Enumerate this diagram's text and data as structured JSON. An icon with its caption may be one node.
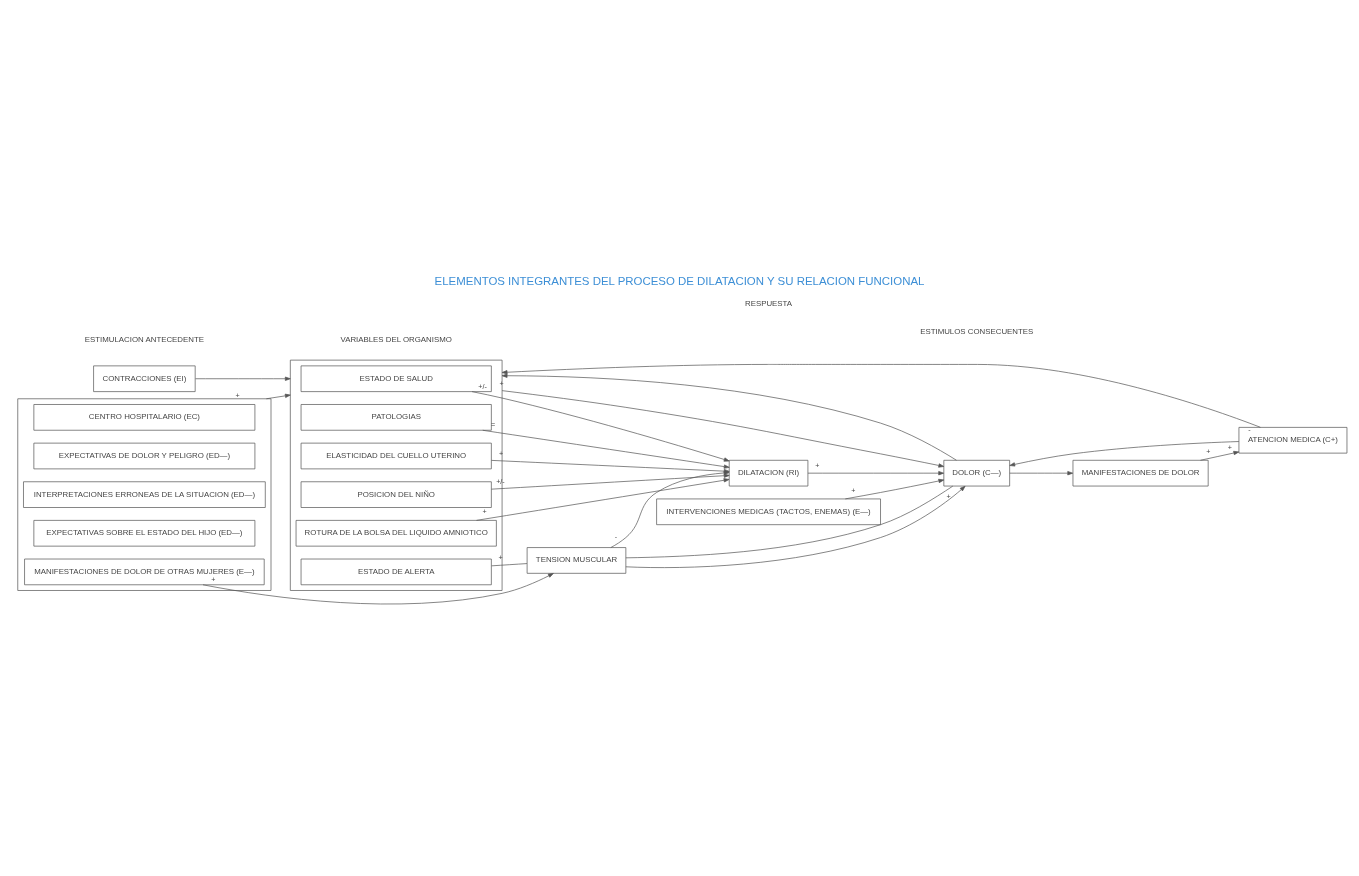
{
  "diagram": {
    "title": "ELEMENTOS INTEGRANTES DEL PROCESO DE DILATACION Y SU RELACION FUNCIONAL",
    "nodes": [
      {
        "text": [
          "CONTRACCIONES (EI)"
        ]
      },
      {
        "text": [],
        "shape": "box"
      },
      {
        "text": [
          "ESTADO DE SALUD"
        ],
        "in": 1
      },
      {
        "text": [
          "PATOLOGIAS"
        ],
        "in": 1
      },
      {
        "text": [
          "ELASTICIDAD DEL CUELLO UTERINO"
        ],
        "in": 1
      },
      {
        "text": [
          "POSICION DEL NIÑO"
        ],
        "in": 1
      },
      {
        "text": [
          "ROTURA DE LA BOLSA DEL LIQUIDO AMNIOTICO"
        ],
        "in": 1
      },
      {
        "text": [
          "ESTADO DE ALERTA"
        ],
        "in": 1
      },
      {
        "text": [
          "DILATACION (RI)"
        ]
      },
      {
        "text": [
          "TENSION MUSCULAR"
        ]
      },
      {
        "text": [
          "DOLOR (C—)"
        ]
      },
      {
        "text": [],
        "shape": "box"
      },
      {
        "text": [
          "CENTRO HOSPITALARIO (EC)"
        ],
        "in": 11
      },
      {
        "text": [
          "EXPECTATIVAS DE DOLOR Y PELIGRO (ED—)"
        ],
        "in": 11
      },
      {
        "text": [
          "INTERPRETACIONES ERRONEAS DE LA SITUACION (ED—)"
        ],
        "in": 11
      },
      {
        "text": [
          "EXPECTATIVAS SOBRE EL ESTADO DEL HIJO (ED—)"
        ],
        "in": 11
      },
      {
        "text": [
          "MANIFESTACIONES DE DOLOR DE OTRAS MUJERES (E—)"
        ],
        "in": 11
      },
      {
        "text": [
          "INTERVENCIONES MEDICAS (TACTOS, ENEMAS) (E—)"
        ]
      },
      {
        "text": [
          "MANIFESTACIONES DE DOLOR"
        ]
      },
      {
        "text": [
          "ATENCION MEDICA (C+)"
        ]
      }
    ],
    "edges": [
      {
        "from": 0,
        "to": 1,
        "arrow": "to"
      },
      {
        "from": 2,
        "to": 8,
        "label": "+/-",
        "arrow": "to"
      },
      {
        "from": 3,
        "to": 8,
        "label": "=",
        "arrow": "to"
      },
      {
        "from": 4,
        "to": 8,
        "label": "+",
        "arrow": "to"
      },
      {
        "from": 5,
        "to": 8,
        "label": "+/-",
        "arrow": "to"
      },
      {
        "from": 6,
        "to": 8,
        "label": "+",
        "arrow": "to"
      },
      {
        "from": 9,
        "to": 8,
        "label": "-",
        "arrow": "to"
      },
      {
        "from": 7,
        "to": 9,
        "label": "+",
        "arrow": "none"
      },
      {
        "from": 8,
        "to": 10,
        "label": "+",
        "arrow": "to"
      },
      {
        "from": 9,
        "to": 10,
        "arrow": "to"
      },
      {
        "from": 10,
        "to": 9,
        "label": "+",
        "arrow": "none"
      },
      {
        "from": 1,
        "to": 10,
        "label": "+",
        "arrow": "to"
      },
      {
        "from": 10,
        "to": 1,
        "arrow": "to"
      },
      {
        "from": 11,
        "to": 1,
        "label": "+",
        "arrow": "to"
      },
      {
        "from": 16,
        "to": 9,
        "label": "+",
        "arrow": "to"
      },
      {
        "from": 17,
        "to": 10,
        "label": "+",
        "arrow": "to"
      },
      {
        "from": 10,
        "to": 18,
        "arrow": "to"
      },
      {
        "from": 18,
        "to": 19,
        "label": "+",
        "arrow": "to"
      },
      {
        "from": 19,
        "to": 10,
        "label": "+",
        "arrow": "to"
      },
      {
        "from": 19,
        "to": 1,
        "label": "-",
        "arrow": "to"
      }
    ],
    "labels": [
      "ESTIMULACION ANTECEDENTE",
      "VARIABLES DEL ORGANISMO",
      "RESPUESTA",
      "ESTIMULOS CONSECUENTES"
    ]
  }
}
